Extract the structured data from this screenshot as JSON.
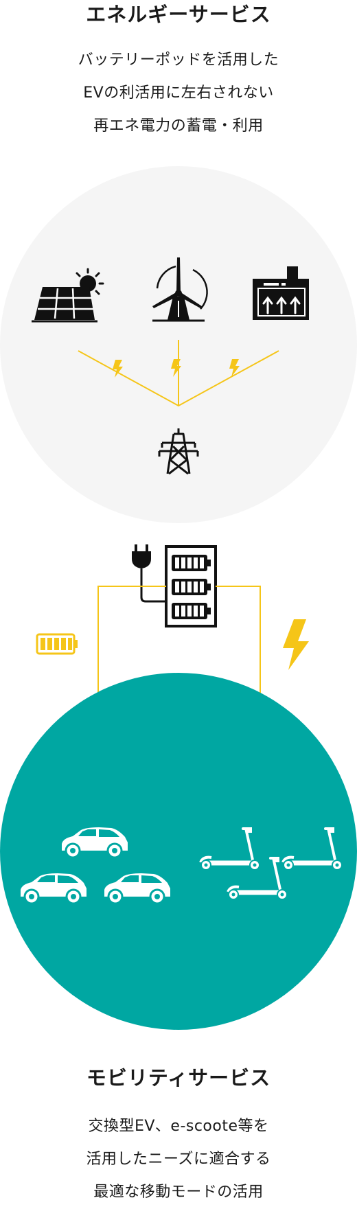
{
  "energy": {
    "title": "エネルギーサービス",
    "lines": [
      "バッテリーポッドを活用した",
      "EVの利活用に左右されない",
      "再エネ電力の蓄電・利用"
    ]
  },
  "mobility": {
    "title": "モビリティサービス",
    "lines": [
      "交換型EV、e-scoote等を",
      "活用したニーズに適合する",
      "最適な移動モードの活用"
    ]
  },
  "colors": {
    "accent_yellow": "#f5c518",
    "teal": "#00a7a2",
    "light_circle": "#f5f5f5",
    "icon_dark": "#111111"
  },
  "icons": [
    "solar-panel-icon",
    "wind-turbine-icon",
    "factory-icon",
    "lightning-icon",
    "power-pylon-icon",
    "plug-icon",
    "battery-pod-icon",
    "battery-icon",
    "car-icon",
    "kick-scooter-icon"
  ]
}
